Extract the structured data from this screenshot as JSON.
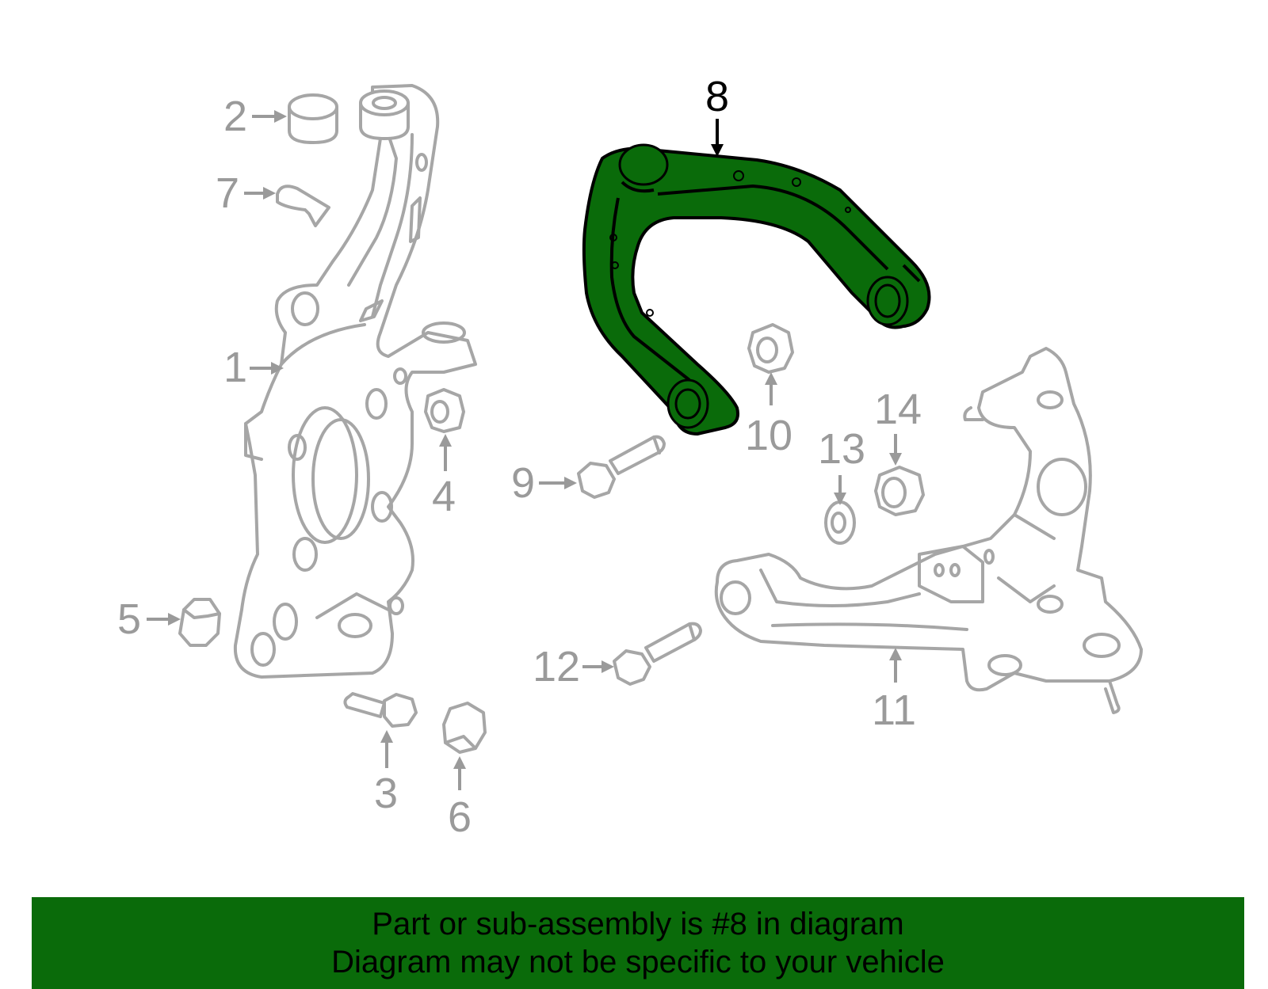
{
  "callouts": {
    "c1": "1",
    "c2": "2",
    "c3": "3",
    "c4": "4",
    "c5": "5",
    "c6": "6",
    "c7": "7",
    "c8": "8",
    "c9": "9",
    "c10": "10",
    "c11": "11",
    "c12": "12",
    "c13": "13",
    "c14": "14"
  },
  "highlight": {
    "part_number": "8",
    "color": "#0a6b0a",
    "outline": "#000000"
  },
  "banner": {
    "line1": "Part or sub-assembly is #8 in diagram",
    "line2": "Diagram may not be specific to your vehicle",
    "background": "#0a6b0a"
  }
}
